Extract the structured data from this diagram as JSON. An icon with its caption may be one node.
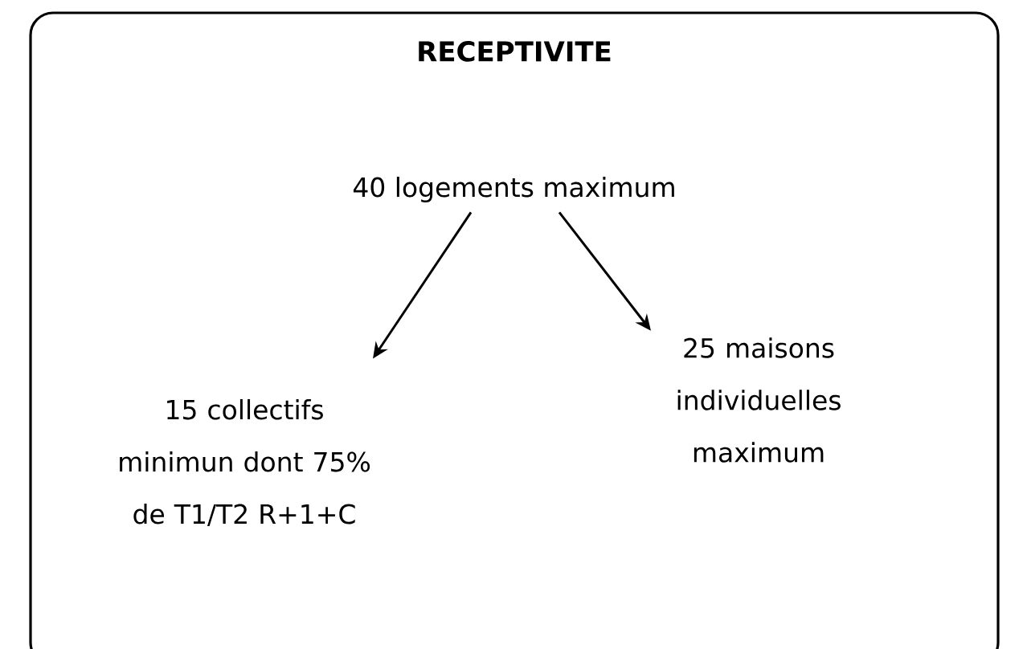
{
  "diagram": {
    "nodes": [
      {
        "text": [
          "RECEPTIVITE"
        ]
      },
      {
        "text": [
          "40 logements maximum"
        ],
        "in": 0
      },
      {
        "text": [
          "15 collectifs minimun dont 75% de T1/T2 R+1+C"
        ],
        "in": 0
      },
      {
        "text": [
          "25 maisons individuelles maximum"
        ],
        "in": 0
      }
    ],
    "edges": [
      {
        "from": 1,
        "to": 2,
        "arrow": "to"
      },
      {
        "from": 1,
        "to": 3,
        "arrow": "to"
      }
    ]
  }
}
